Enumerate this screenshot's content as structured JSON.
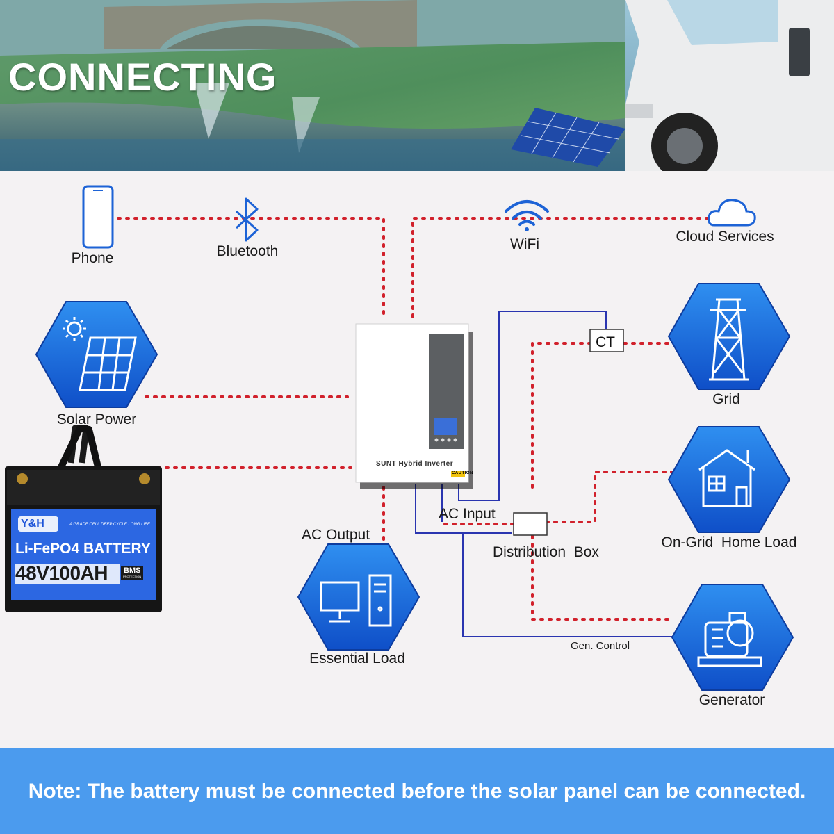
{
  "banner": {
    "title": "CONNECTING"
  },
  "nodes": {
    "phone": "Phone",
    "bluetooth": "Bluetooth",
    "wifi": "WiFi",
    "cloud": "Cloud Services",
    "solar": "Solar Power",
    "grid": "Grid",
    "ct": "CT",
    "home_load": "On-Grid  Home Load",
    "ac_input": "AC Input",
    "ac_output": "AC Output",
    "distribution_box": "Distribution  Box",
    "essential_load": "Essential Load",
    "gen_control": "Gen. Control",
    "generator": "Generator"
  },
  "inverter": {
    "label": "SUNT Hybrid Inverter",
    "caution": "CAUTION"
  },
  "battery": {
    "brand": "Y&H",
    "tagline": "A GRADE CELL   DEEP CYCLE   LONG LIFE",
    "type": "Li-FePO4 BATTERY",
    "model": "48V100AH",
    "bms": "BMS",
    "bms_sub": "PROTECTION"
  },
  "footer": {
    "note": "Note: The battery must be connected before the solar panel can be connected."
  },
  "colors": {
    "dotted_line": "#d1212b",
    "solid_line": "#2a35b0",
    "hex_fill": "#1a6fe0",
    "footer_bg": "#4b9bee"
  }
}
